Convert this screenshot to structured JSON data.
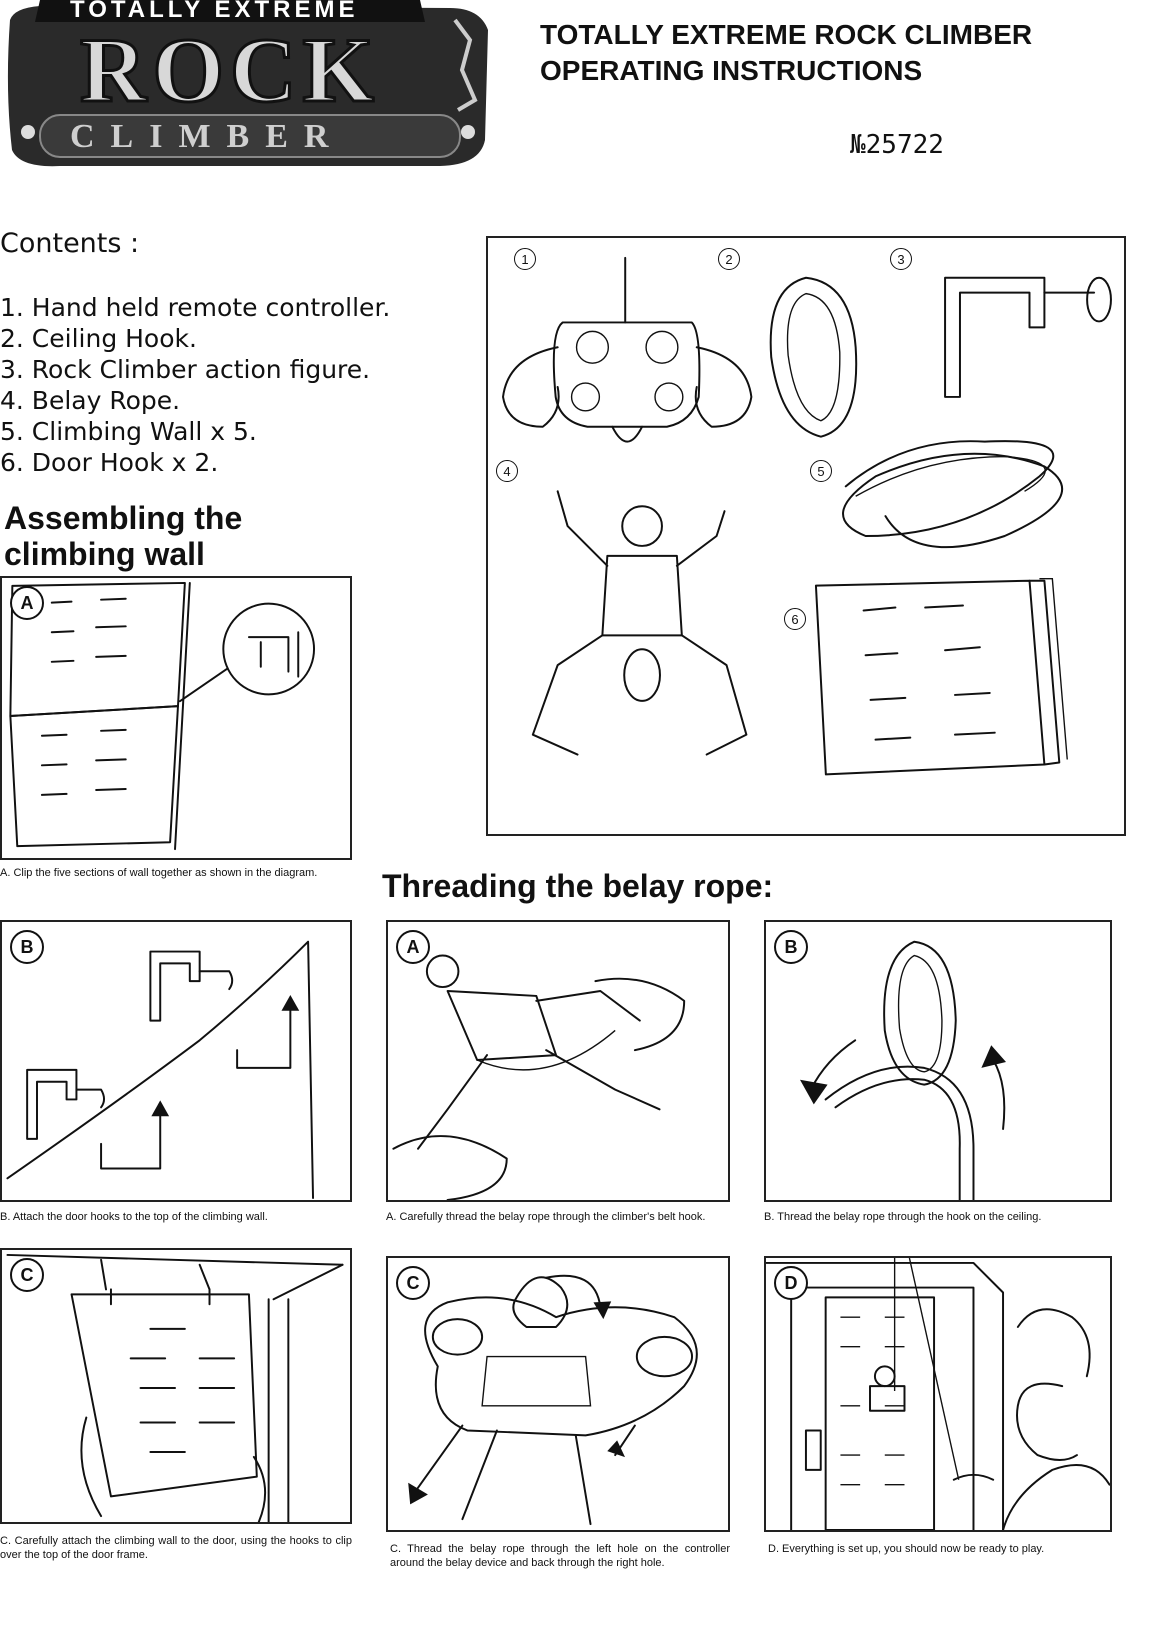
{
  "logo": {
    "line1": "TOTALLY EXTREME",
    "line2": "ROCK",
    "line3": "CLIMBER"
  },
  "header": {
    "title_line1": "TOTALLY EXTREME ROCK CLIMBER",
    "title_line2": "OPERATING INSTRUCTIONS",
    "code": "№25722"
  },
  "contents": {
    "heading": "Contents :",
    "items": [
      "1. Hand held remote controller.",
      "2. Ceiling Hook.",
      "3. Rock Climber action figure.",
      "4. Belay Rope.",
      "5. Climbing Wall x 5.",
      "6. Door Hook x 2."
    ]
  },
  "assembly": {
    "heading_line1": "Assembling the",
    "heading_line2": "climbing wall",
    "a": {
      "label": "A",
      "caption": "A. Clip the five sections of wall together as shown in the diagram."
    },
    "b": {
      "label": "B",
      "caption": "B. Attach the door hooks to the top of the climbing wall."
    },
    "c": {
      "label": "C",
      "caption": "C. Carefully attach the climbing wall to the door, using the hooks to clip over the top of the door frame."
    }
  },
  "parts_panel": {
    "labels": [
      "1",
      "2",
      "3",
      "4",
      "5",
      "6"
    ]
  },
  "threading": {
    "heading": "Threading the belay rope:",
    "a": {
      "label": "A",
      "caption": "A. Carefully thread the belay rope through the climber's belt hook."
    },
    "b": {
      "label": "B",
      "caption": "B. Thread the belay rope through the hook on the ceiling."
    },
    "c": {
      "label": "C",
      "caption": "C. Thread the belay rope through the left hole on the controller around the belay device and back through the right hole."
    },
    "d": {
      "label": "D",
      "caption": "D. Everything is set up, you should now be ready to play."
    }
  }
}
